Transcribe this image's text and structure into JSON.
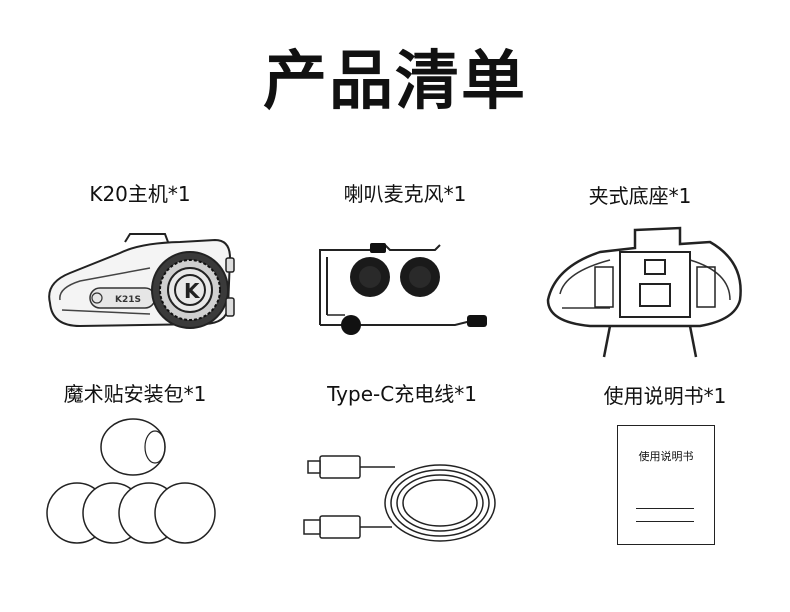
{
  "page": {
    "title": "产品清单"
  },
  "items": [
    {
      "label": "K20主机*1",
      "device_text": "K21S",
      "logo": "K"
    },
    {
      "label": "喇叭麦克风*1"
    },
    {
      "label": "夹式底座*1"
    },
    {
      "label": "魔术贴安装包*1"
    },
    {
      "label": "Type-C充电线*1"
    },
    {
      "label": "使用说明书*1",
      "cover_text": "使用说明书"
    }
  ]
}
